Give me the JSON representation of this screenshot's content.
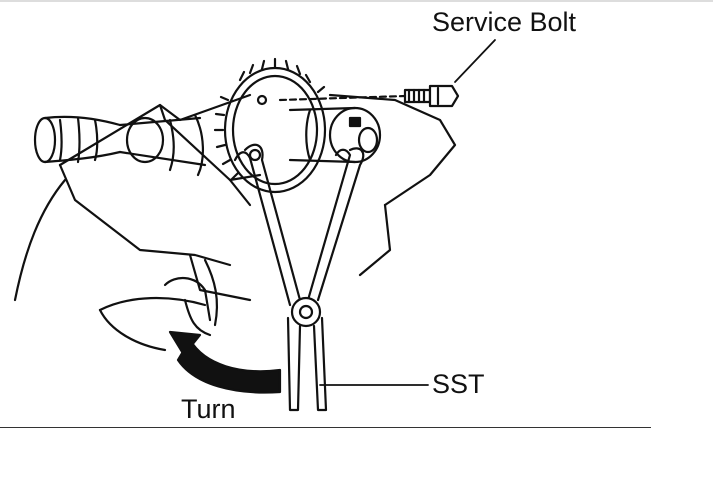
{
  "labels": {
    "service_bolt": "Service Bolt",
    "sst": "SST",
    "turn": "Turn"
  },
  "colors": {
    "ink": "#111111",
    "background": "#ffffff"
  }
}
